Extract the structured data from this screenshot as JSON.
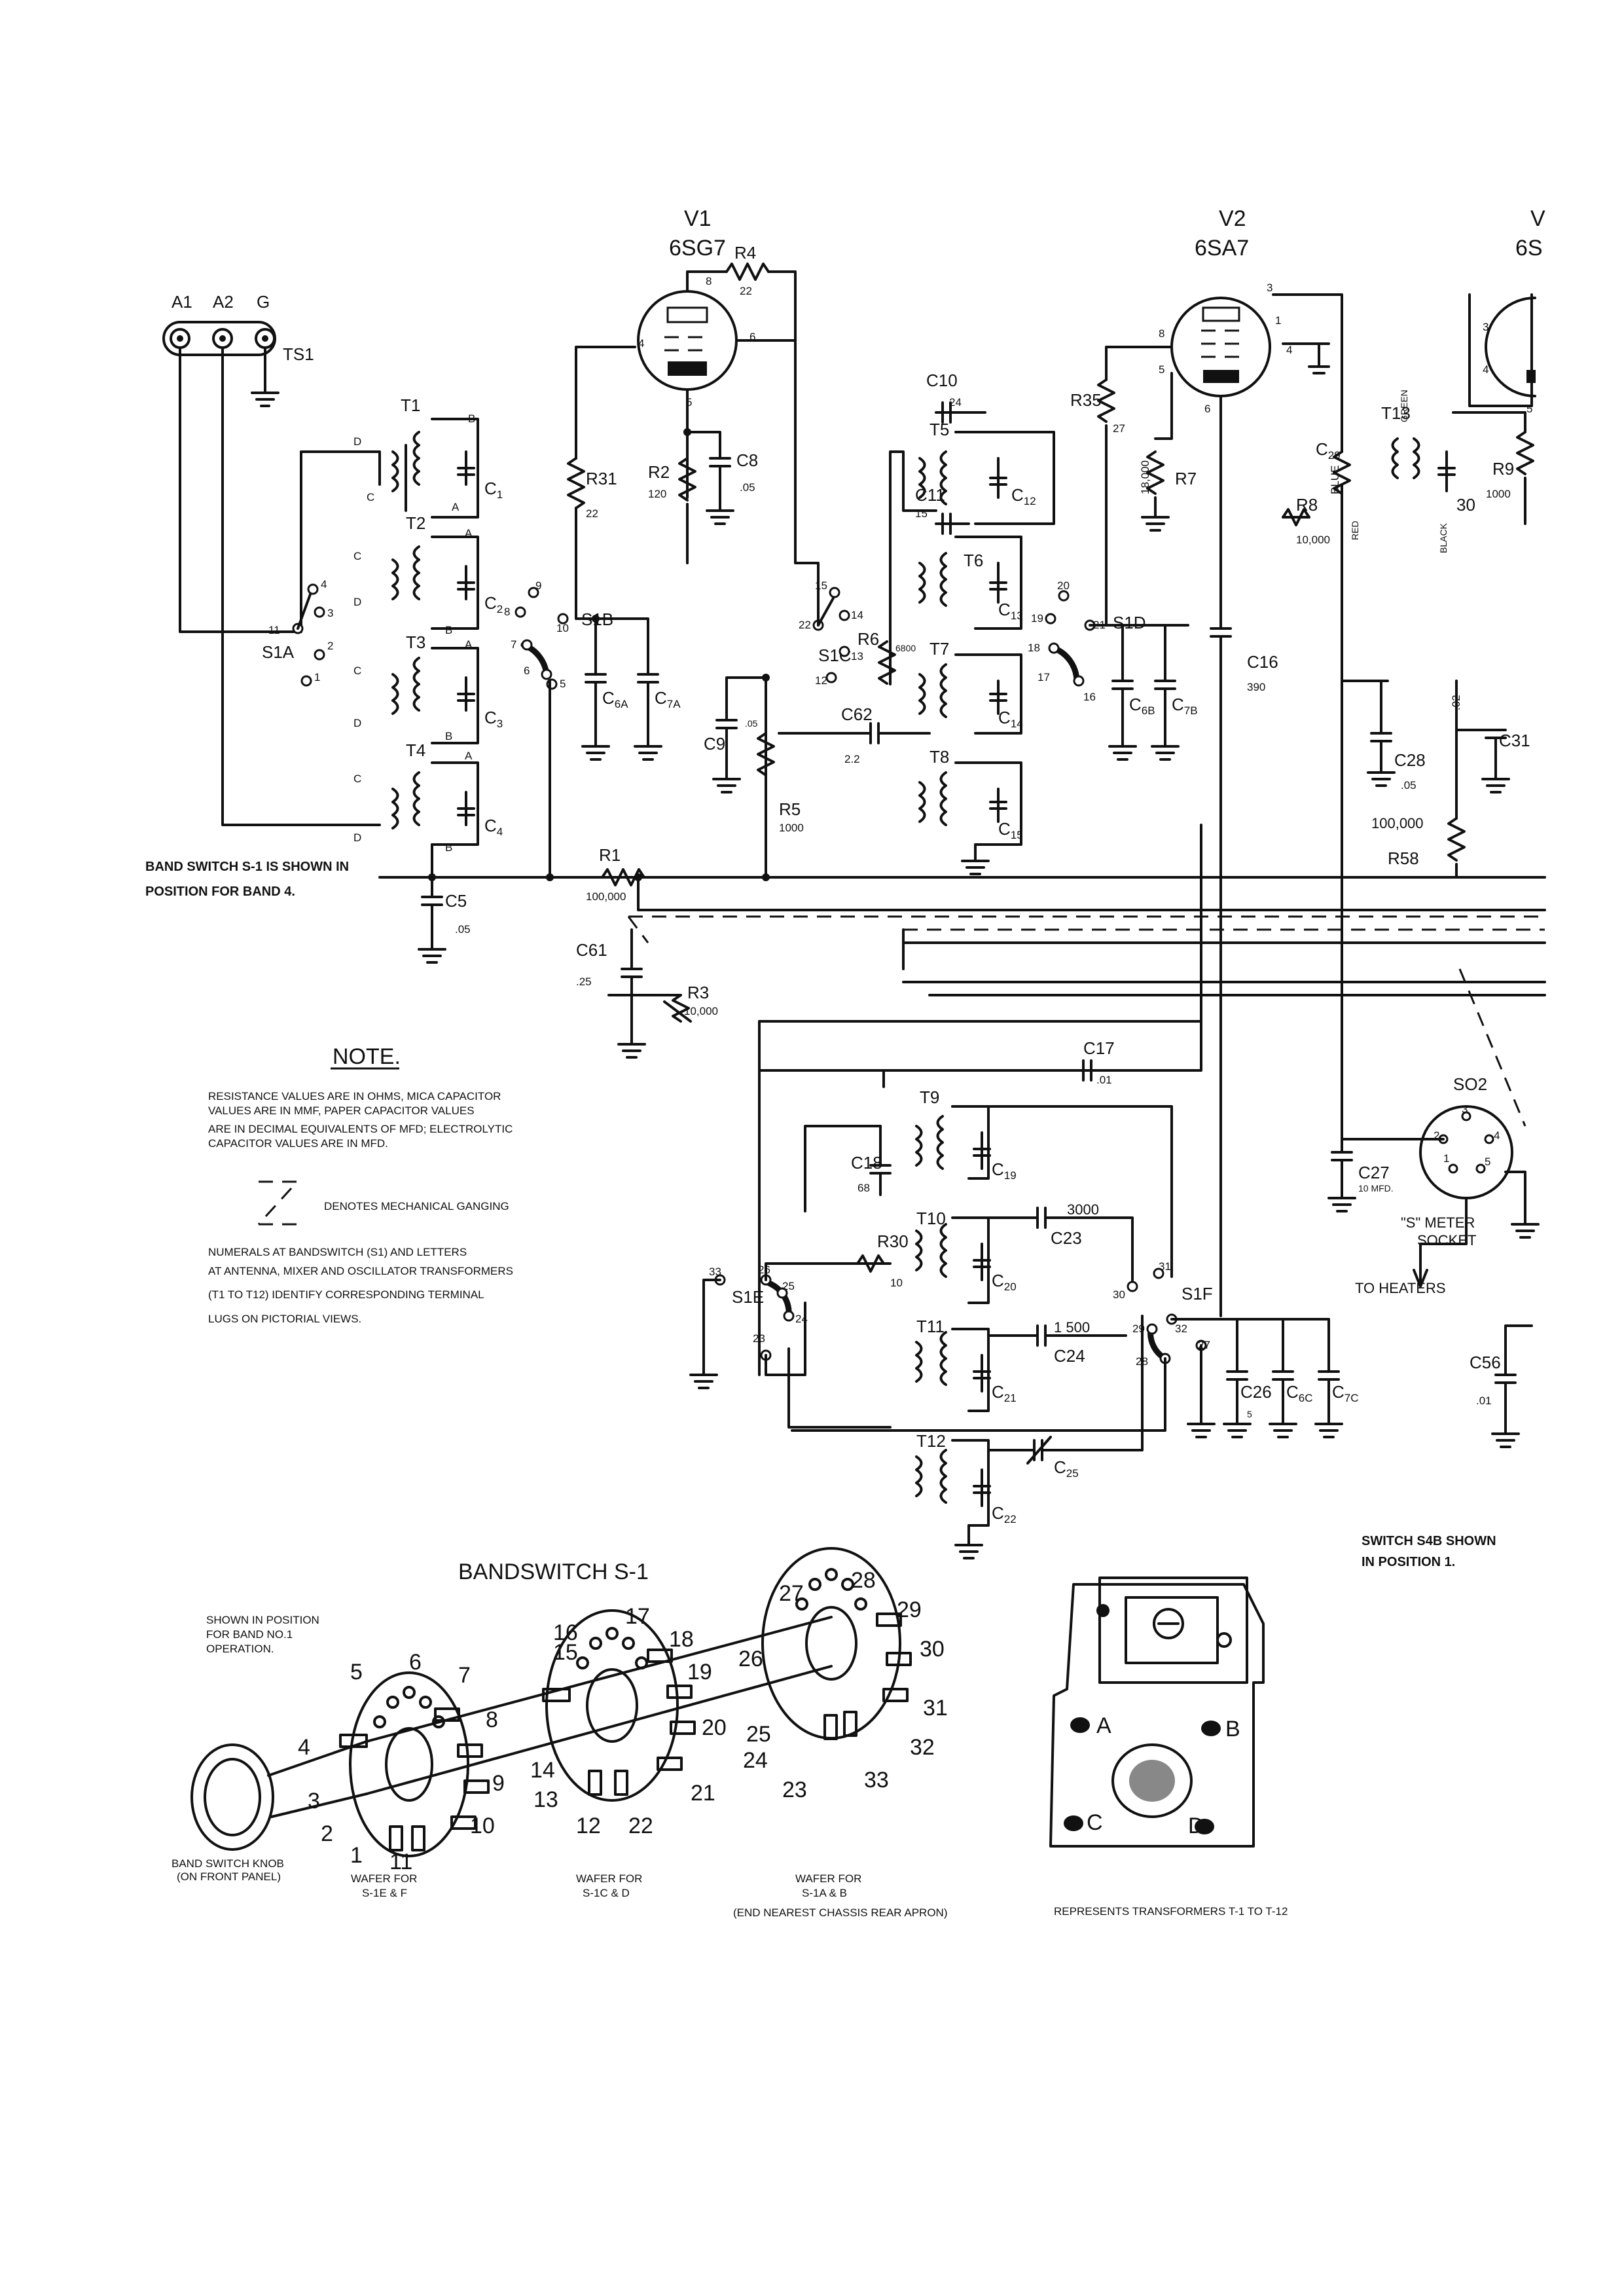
{
  "tubes": [
    {
      "id": "V1",
      "type": "6SG7"
    },
    {
      "id": "V2",
      "type": "6SA7"
    },
    {
      "id": "V",
      "type": "6S"
    }
  ],
  "antenna_terminals": {
    "strip": "TS1",
    "terminals": [
      "A1",
      "A2",
      "G"
    ]
  },
  "transformers": [
    "T1",
    "T2",
    "T3",
    "T4",
    "T5",
    "T6",
    "T7",
    "T8",
    "T9",
    "T10",
    "T11",
    "T12",
    "T13"
  ],
  "switch_sections": [
    "S1A",
    "S1B",
    "S1C",
    "S1D",
    "S1E",
    "S1F"
  ],
  "components": [
    {
      "ref": "R4",
      "value": "22"
    },
    {
      "ref": "R31",
      "value": "22"
    },
    {
      "ref": "R2",
      "value": "120"
    },
    {
      "ref": "C8",
      "value": ".05"
    },
    {
      "ref": "C10",
      "value": "24"
    },
    {
      "ref": "C11",
      "value": "15"
    },
    {
      "ref": "R6",
      "value": "6800"
    },
    {
      "ref": "C62",
      "value": "2.2"
    },
    {
      "ref": "R35",
      "value": "27"
    },
    {
      "ref": "R7",
      "value": "18,000"
    },
    {
      "ref": "R8",
      "value": "10,000"
    },
    {
      "ref": "C16",
      "value": "390"
    },
    {
      "ref": "C29",
      "value": ""
    },
    {
      "ref": "C30",
      "value": ""
    },
    {
      "ref": "R9",
      "value": "1000"
    },
    {
      "ref": "C28",
      "value": ".05"
    },
    {
      "ref": "C31",
      "value": ".02"
    },
    {
      "ref": "R58",
      "value": "100,000"
    },
    {
      "ref": "R5",
      "value": "1000"
    },
    {
      "ref": "R1",
      "value": "100,000"
    },
    {
      "ref": "C5",
      "value": ".05"
    },
    {
      "ref": "C61",
      "value": ".25"
    },
    {
      "ref": "R3",
      "value": "10,000"
    },
    {
      "ref": "C9",
      "value": ".05"
    },
    {
      "ref": "C17",
      "value": ".01"
    },
    {
      "ref": "C18",
      "value": "68"
    },
    {
      "ref": "C23",
      "value": "3000"
    },
    {
      "ref": "R30",
      "value": "10"
    },
    {
      "ref": "C24",
      "value": "1 500"
    },
    {
      "ref": "C26",
      "value": "5"
    },
    {
      "ref": "C27",
      "value": "10 MFD."
    },
    {
      "ref": "C56",
      "value": ".01"
    }
  ],
  "labels": {
    "band_switch_note": "BAND SWITCH S-1 IS SHOWN IN\nPOSITION FOR BAND 4.",
    "note_title": "NOTE.",
    "note_lines": [
      "RESISTANCE VALUES ARE IN OHMS, MICA CAPACITOR",
      "VALUES ARE IN MMF, PAPER CAPACITOR VALUES",
      "ARE IN DECIMAL EQUIVALENTS OF MFD; ELECTROLYTIC",
      "CAPACITOR VALUES ARE IN MFD."
    ],
    "ganging": "DENOTES MECHANICAL GANGING",
    "numerals_lines": [
      "NUMERALS AT BANDSWITCH (S1) AND LETTERS",
      "AT ANTENNA, MIXER AND OSCILLATOR TRANSFORMERS",
      "(T1 TO T12) IDENTIFY CORRESPONDING TERMINAL",
      "LUGS ON PICTORIAL VIEWS."
    ],
    "so2": "SO2",
    "s_meter": "\"S\" METER\nSOCKET",
    "to_heaters": "TO HEATERS",
    "switch_s4b": "SWITCH S4B SHOWN\nIN POSITION 1.",
    "wire_colors": [
      "BLUE",
      "GREEN",
      "RED",
      "BLACK"
    ]
  },
  "bandswitch": {
    "title": "BANDSWITCH S-1",
    "shown_in": "SHOWN IN POSITION\nFOR BAND NO.1\nOPERATION.",
    "knob": "BAND SWITCH KNOB\n(ON FRONT PANEL)",
    "wafers": [
      {
        "caption": "WAFER FOR\nS-1E & F",
        "lugs": [
          "1",
          "2",
          "3",
          "4",
          "5",
          "6",
          "7",
          "8",
          "9",
          "10",
          "11"
        ]
      },
      {
        "caption": "WAFER FOR\nS-1C & D",
        "lugs": [
          "12",
          "13",
          "14",
          "15",
          "16",
          "17",
          "18",
          "19",
          "20",
          "21",
          "22"
        ]
      },
      {
        "caption": "WAFER FOR\nS-1A & B\n(END NEAREST CHASSIS REAR APRON)",
        "lugs": [
          "23",
          "24",
          "25",
          "26",
          "27",
          "28",
          "29",
          "30",
          "31",
          "32",
          "33"
        ]
      }
    ],
    "transformer_view": {
      "lugs": [
        "A",
        "B",
        "C",
        "D"
      ],
      "caption": "REPRESENTS TRANSFORMERS T-1 TO T-12"
    }
  }
}
